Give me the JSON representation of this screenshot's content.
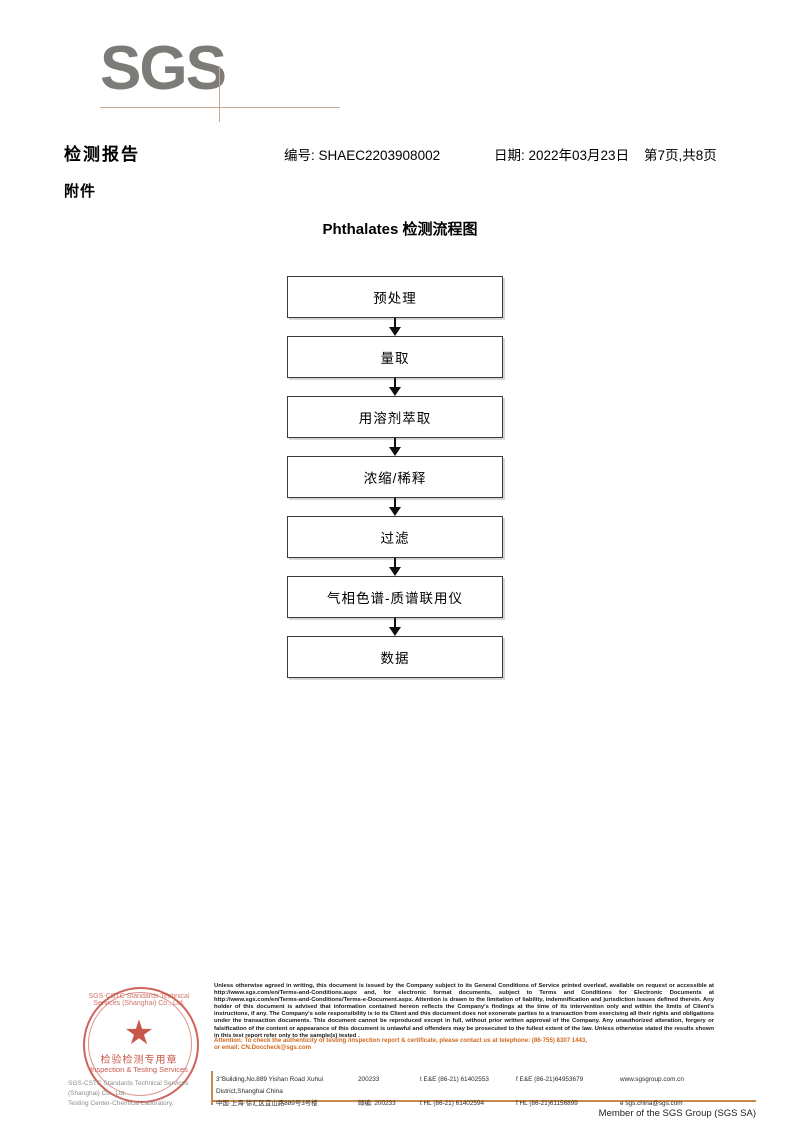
{
  "logo": {
    "wordmark": "SGS"
  },
  "header": {
    "report_title": "检测报告",
    "report_no": "编号: SHAEC2203908002",
    "date": "日期: 2022年03月23日",
    "page_count": "第7页,共8页",
    "attachment_label": "附件"
  },
  "flowchart": {
    "title": "Phthalates 检测流程图",
    "steps": [
      {
        "label": "预处理"
      },
      {
        "label": "量取"
      },
      {
        "label": "用溶剂萃取"
      },
      {
        "label": "浓缩/稀释"
      },
      {
        "label": "过滤"
      },
      {
        "label": "气相色谱-质谱联用仪"
      },
      {
        "label": "数据"
      }
    ]
  },
  "stamp": {
    "arc_text": "SGS-CSTC Standards Technical Services (Shanghai) Co., Ltd.",
    "cn_text": "检验检测专用章",
    "en_text": "Inspection & Testing Services",
    "color": "#c0392b"
  },
  "company": {
    "line1": "SGS-CSTC Standards Technical Services (Shanghai) Co., Ltd.",
    "line2": "Testing Center-Chemical Laboratory."
  },
  "footer": {
    "legal": "Unless otherwise agreed in writing, this document is issued by the Company subject to its General Conditions of Service printed overleaf, available on request or accessible at http://www.sgs.com/en/Terms-and-Conditions.aspx and, for electronic format documents, subject to Terms and Conditions for Electronic Documents at http://www.sgs.com/en/Terms-and-Conditions/Terms-e-Document.aspx. Attention is drawn to the limitation of liability, indemnification and jurisdiction issues defined therein. Any holder of this document is advised that information contained hereon reflects the Company's findings at the time of its intervention only and within the limits of Client's instructions, if any. The Company's sole responsibility is to its Client and this document does not exonerate parties to a transaction from exercising all their rights and obligations under the transaction documents. This document cannot be reproduced except in full, without prior written approval of the Company. Any unauthorized alteration, forgery or falsification of the content or appearance of this document is unlawful and offenders may be prosecuted to the fullest extent of the law. Unless otherwise stated the results shown in this test report refer only to the sample(s) tested .",
    "attention_line1": "Attention: To check the authenticity of testing /inspection report & certificate, please contact us at telephone: (86-755) 8307 1443,",
    "attention_line2": "or email: CN.Doccheck@sgs.com",
    "attention_color": "#d2691e",
    "address": {
      "en_street": "3\"Building,No.889 Yishan Road Xuhui District,Shanghai China",
      "en_zip": "200233",
      "en_tel": "t E&E (86-21) 61402553",
      "en_fax": "f E&E (86-21)64953679",
      "en_web": "www.sgsgroup.com.cn",
      "cn_street": "中国·上海·徐汇区宜山路889号3号楼",
      "cn_zip": "邮编: 200233",
      "cn_tel": "t HL (86-21) 61402594",
      "cn_fax": "f HL (86-21)61156899",
      "cn_email": "e  sgs.china@sgs.com"
    },
    "member_line": "Member of the SGS Group (SGS SA)",
    "rule_color": "#c8894a"
  }
}
